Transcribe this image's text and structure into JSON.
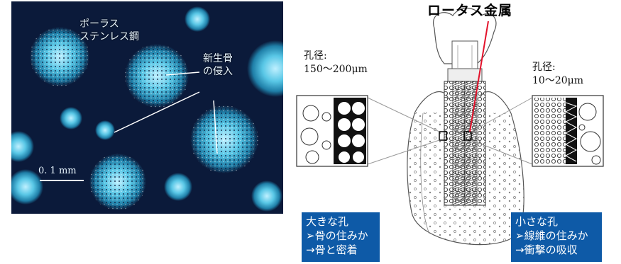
{
  "micrograph": {
    "material_label_line1": "ポーラス",
    "material_label_line2": "ステンレス鋼",
    "bone_label_line1": "新生骨",
    "bone_label_line2": "の侵入",
    "scale_label": "0. 1 mm"
  },
  "diagram": {
    "title": "ロータス金属",
    "left_pore": {
      "line1": "孔径:",
      "line2": "150〜200μm"
    },
    "right_pore": {
      "line1": "孔径:",
      "line2": "10〜20μm"
    },
    "left_box": {
      "line1": "大きな孔",
      "line2": "➢骨の住みか",
      "line3": "→骨と密着"
    },
    "right_box": {
      "line1": "小さな孔",
      "line2": "➢線維の住みか",
      "line3": "→衝撃の吸収"
    }
  },
  "colors": {
    "box_blue": "#0e5aa7",
    "arrow_red": "#e3122b",
    "micro_bg": "#0b1a3a",
    "particle": "#59c7e6"
  }
}
